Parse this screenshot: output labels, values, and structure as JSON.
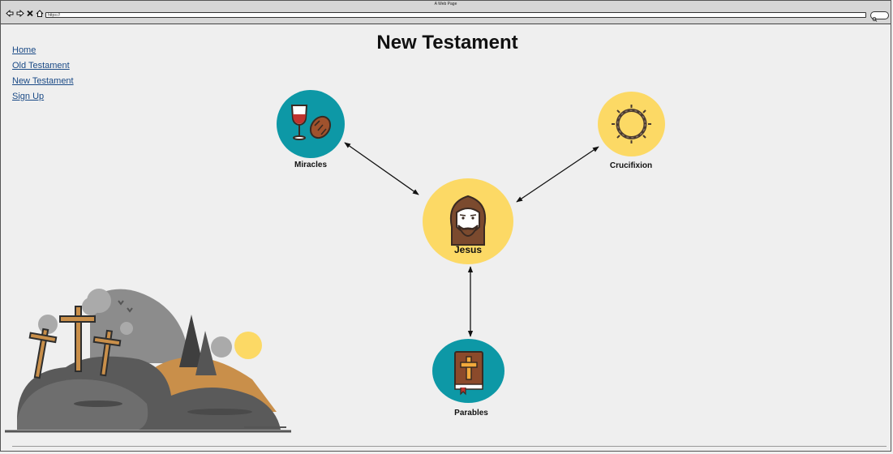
{
  "browser": {
    "window_title": "A Web Page",
    "url": "https://"
  },
  "page": {
    "title": "New Testament"
  },
  "nav": {
    "links": [
      {
        "label": "Home"
      },
      {
        "label": "Old Testament"
      },
      {
        "label": "New Testament"
      },
      {
        "label": "Sign Up"
      }
    ]
  },
  "diagram": {
    "center": {
      "label": "Jesus",
      "icon": "jesus-icon"
    },
    "nodes": [
      {
        "label": "Miracles",
        "icon": "wine-bread-icon"
      },
      {
        "label": "Crucifixion",
        "icon": "crown-of-thorns-icon"
      },
      {
        "label": "Parables",
        "icon": "bible-icon"
      }
    ]
  },
  "colors": {
    "teal": "#0d98a6",
    "yellow": "#fcd965",
    "link": "#1a4a86",
    "background": "#efefef"
  }
}
